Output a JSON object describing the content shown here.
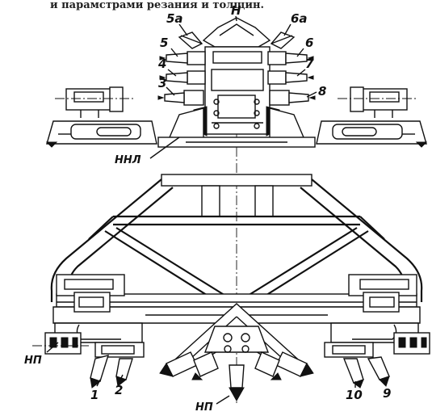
{
  "caption": "и парамстрами резания и толщин.",
  "labels": {
    "H": "Н",
    "5a": "5а",
    "6a": "6а",
    "5": "5",
    "6": "6",
    "4": "4",
    "7": "7",
    "3": "3",
    "8": "8",
    "HHL": "ННЛ",
    "HP_left": "НП",
    "HP_bottom": "НП",
    "1": "1",
    "2": "2",
    "10": "10",
    "9": "9"
  }
}
